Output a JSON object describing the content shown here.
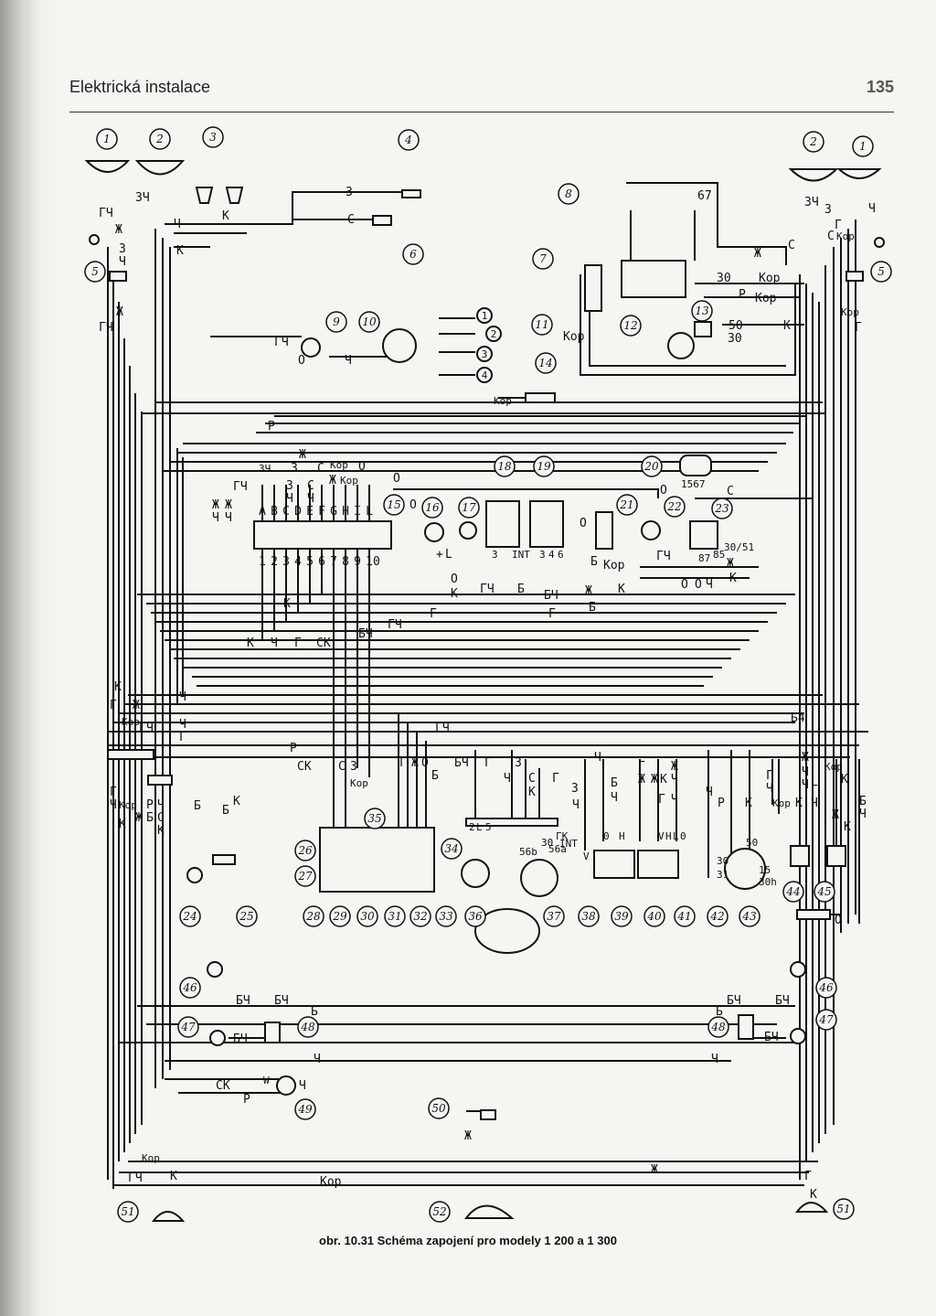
{
  "header": {
    "section_title": "Elektrická instalace",
    "page_number": "135"
  },
  "caption": "obr. 10.31 Schéma zapojení pro modely 1 200 a 1 300",
  "component_numbers": [
    "1",
    "2",
    "3",
    "4",
    "5",
    "6",
    "7",
    "8",
    "9",
    "10",
    "11",
    "12",
    "13",
    "14",
    "15",
    "16",
    "17",
    "18",
    "19",
    "20",
    "21",
    "22",
    "23",
    "24",
    "25",
    "26",
    "27",
    "28",
    "29",
    "30",
    "31",
    "32",
    "33",
    "34",
    "35",
    "36",
    "37",
    "38",
    "39",
    "40",
    "41",
    "42",
    "43",
    "44",
    "45",
    "46",
    "47",
    "48",
    "49",
    "50",
    "51",
    "52"
  ],
  "fuse_box": {
    "top_letters": [
      "A",
      "B",
      "C",
      "D",
      "E",
      "F",
      "G",
      "H",
      "I",
      "L"
    ],
    "bottom_numbers": [
      "1",
      "2",
      "3",
      "4",
      "5",
      "6",
      "7",
      "8",
      "9",
      "10"
    ]
  },
  "connector_numbers": [
    "1",
    "2",
    "3",
    "4"
  ],
  "wire_codes": {
    "r": "Р",
    "o": "О",
    "zh": "Ж",
    "gch": "ГЧ",
    "ch": "Ч",
    "z": "З",
    "s": "С",
    "k": "К",
    "kor": "Кор",
    "b": "Б",
    "bch": "БЧ",
    "g": "Г",
    "sk": "СК",
    "zch": "ЗЧ",
    "gk": "ГК",
    "bch_short": "Б4"
  },
  "terminal_labels": {
    "t30": "30",
    "t50": "50",
    "t67": "67",
    "t15": "15",
    "t1567": "1567",
    "t3051": "30/51",
    "t87": "87",
    "t85": "85",
    "t56b": "56b",
    "t56a": "56a",
    "t30h": "30h",
    "t31": "31",
    "int": "INT",
    "plus": "+",
    "l": "L",
    "v": "V",
    "h": "H",
    "w": "W",
    "t2": "2",
    "t5": "5",
    "t0": "0",
    "t3": "3",
    "t4": "4",
    "t6": "6"
  }
}
